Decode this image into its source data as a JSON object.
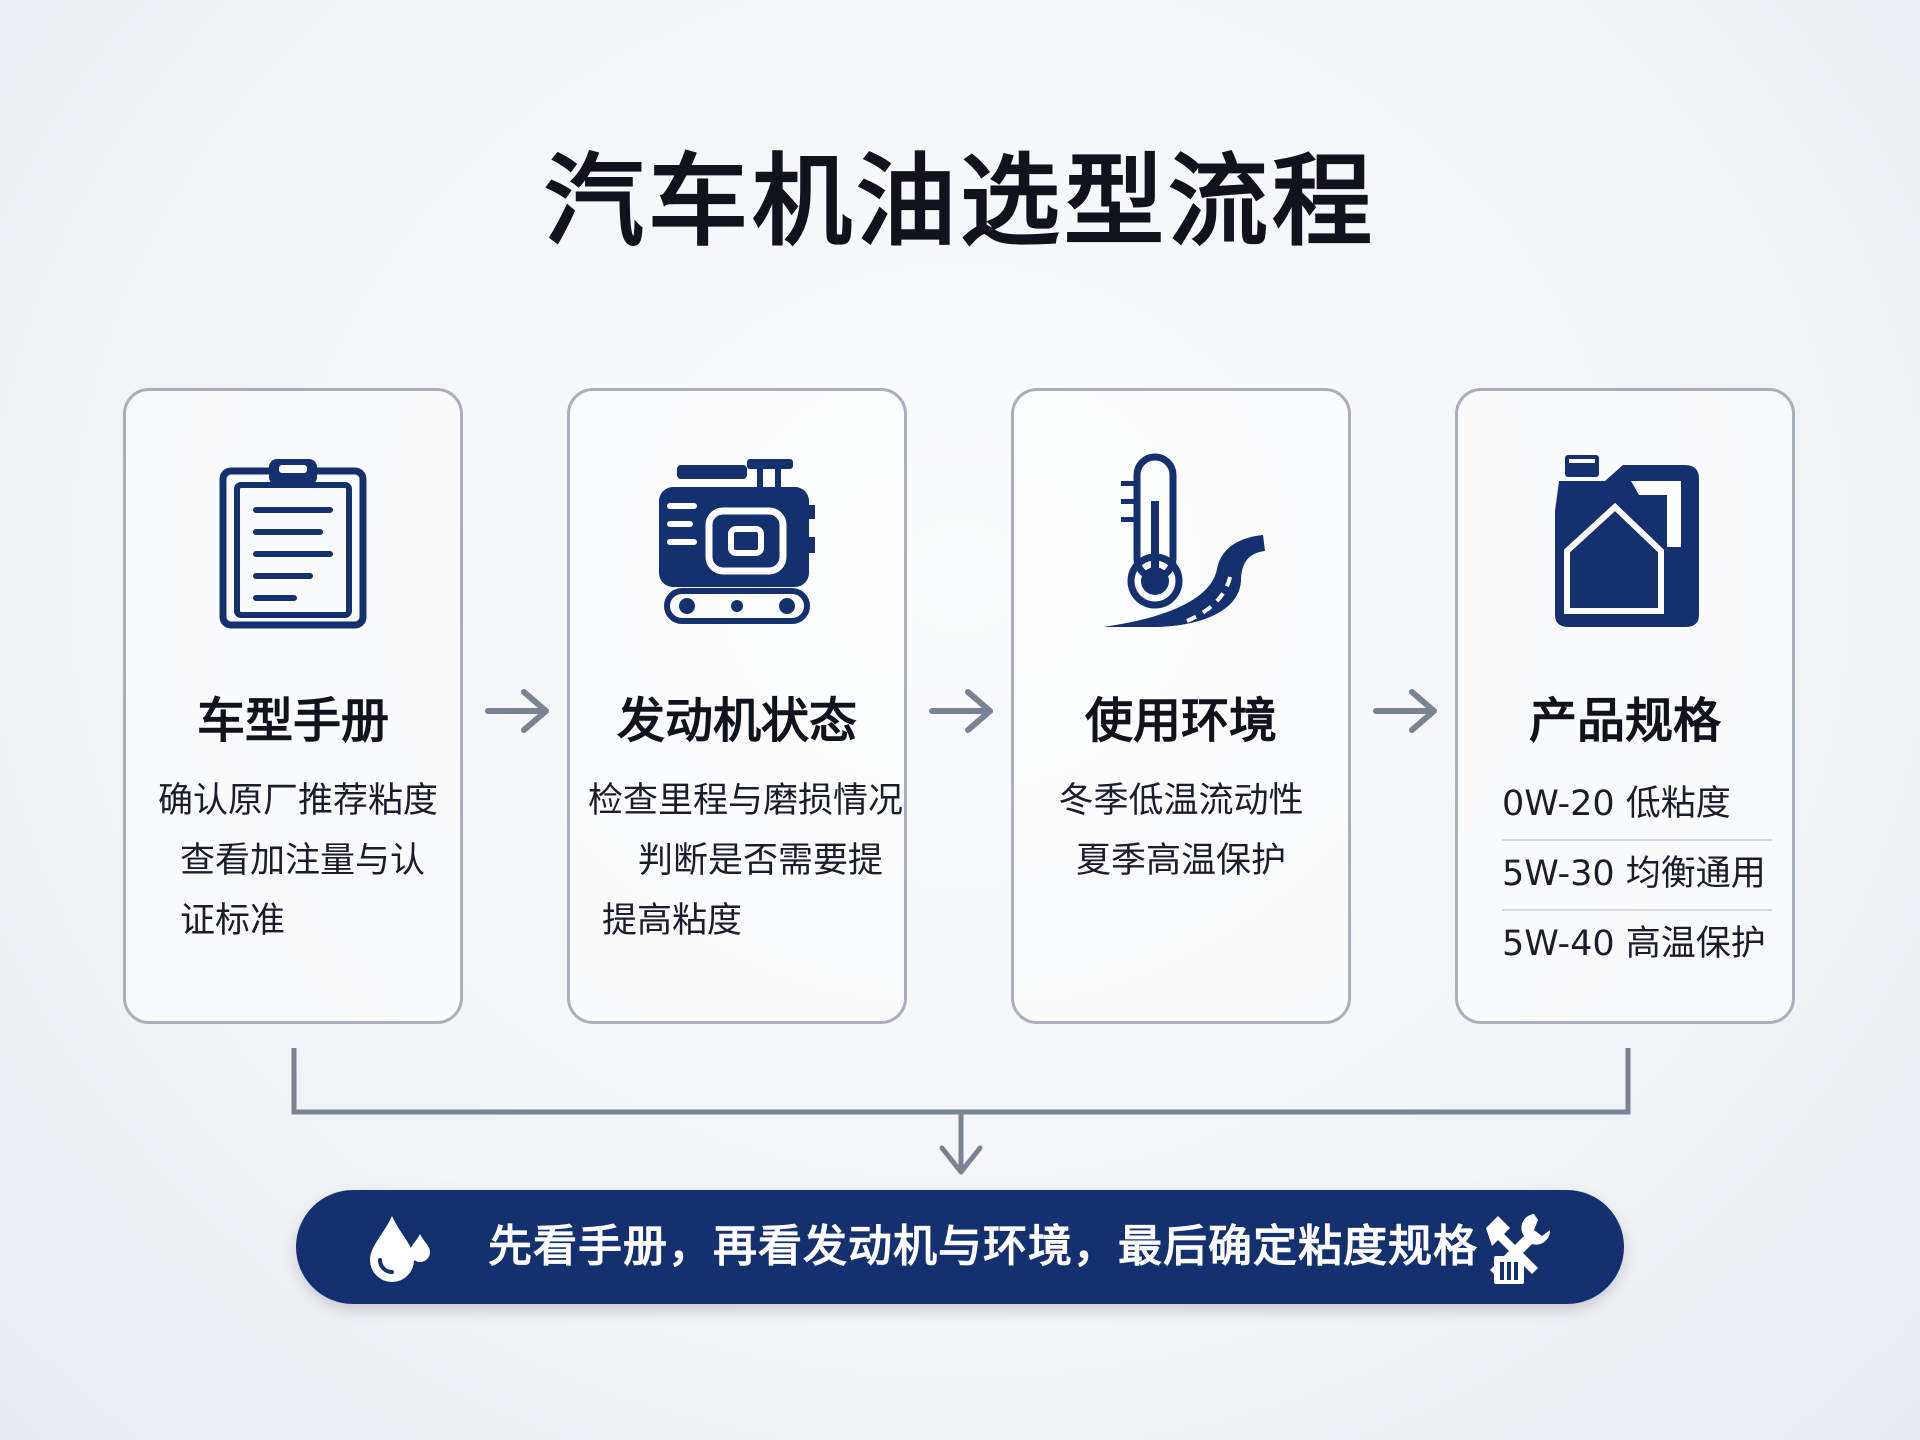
{
  "title": "汽车机油选型流程",
  "cards": [
    {
      "title": "车型手册",
      "lines": [
        "确认原厂推荐粘度",
        "查看加注量与认",
        "证标准"
      ],
      "icon": "clipboard-icon"
    },
    {
      "title": "发动机状态",
      "lines": [
        "检查里程与磨损情况",
        "判断是否需要提",
        "提高粘度"
      ],
      "icon": "engine-icon"
    },
    {
      "title": "使用环境",
      "lines": [
        "冬季低温流动性",
        "夏季高温保护"
      ],
      "icon": "thermometer-road-icon"
    },
    {
      "title": "产品规格",
      "lines": [
        "0W-20 低粘度",
        "5W-30 均衡通用",
        "5W-40 高温保护"
      ],
      "icon": "oil-jug-icon"
    }
  ],
  "banner": {
    "text": "先看手册，再看发动机与环境，最后确定粘度规格",
    "left_icon": "oil-drop-icon",
    "right_icon": "tools-icon"
  },
  "colors": {
    "navy": "#14306e",
    "border": "#a9afbb",
    "arrow": "#7b8291"
  }
}
